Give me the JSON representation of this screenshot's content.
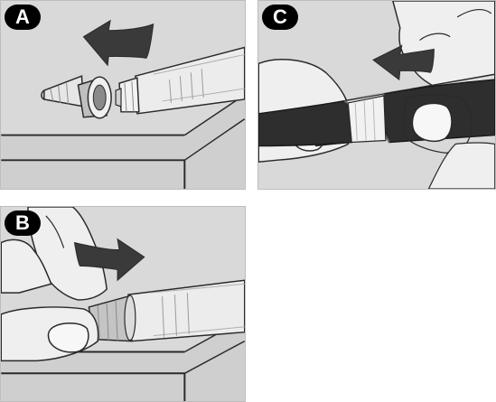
{
  "panels": {
    "a": {
      "label": "A"
    },
    "b": {
      "label": "B"
    },
    "c": {
      "label": "C"
    }
  },
  "colors": {
    "background": "#d9d9d9",
    "arrow": "#3a3a3a",
    "badge": "#000000",
    "badge_text": "#ffffff",
    "outline": "#2a2a2a"
  }
}
